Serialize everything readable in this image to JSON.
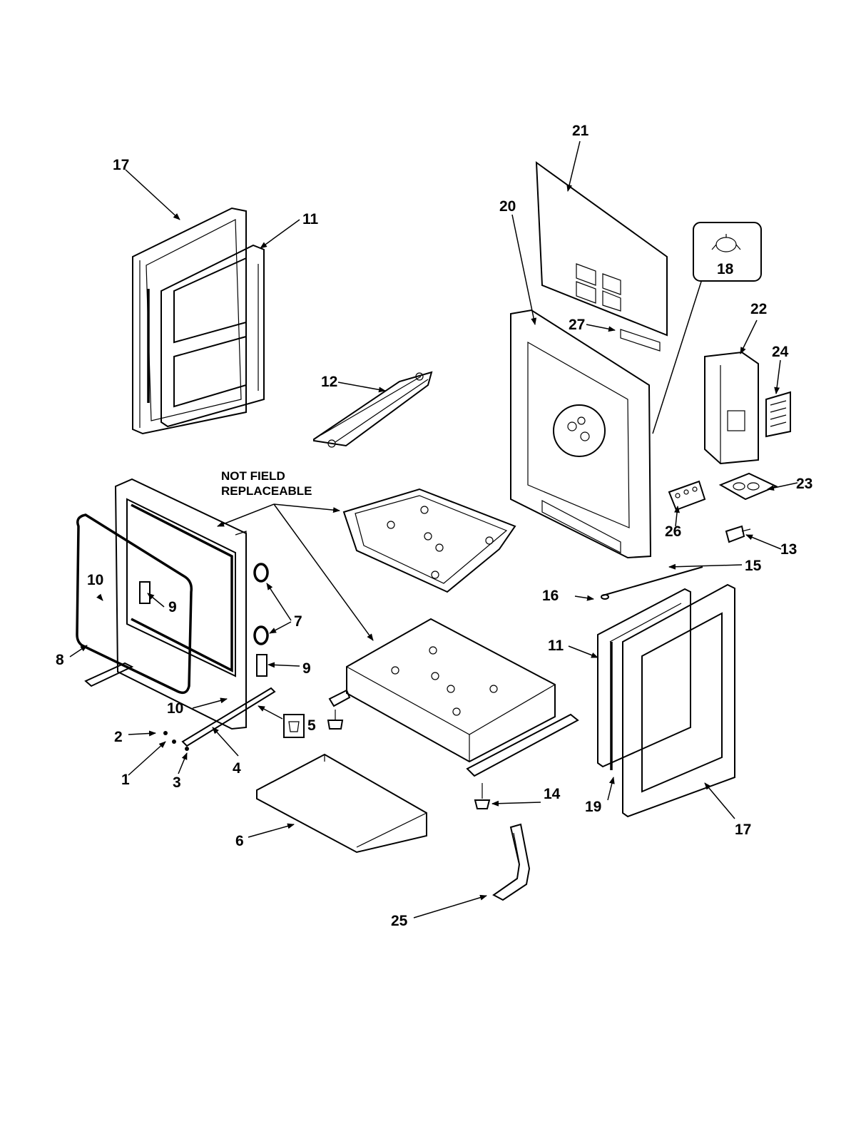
{
  "note": {
    "line1": "NOT FIELD",
    "line2": "REPLACEABLE"
  },
  "callouts": {
    "c1": "1",
    "c2": "2",
    "c3": "3",
    "c4": "4",
    "c5": "5",
    "c6": "6",
    "c7": "7",
    "c8": "8",
    "c9a": "9",
    "c9b": "9",
    "c10a": "10",
    "c10b": "10",
    "c11a": "11",
    "c11b": "11",
    "c12": "12",
    "c13": "13",
    "c14": "14",
    "c15": "15",
    "c16": "16",
    "c17a": "17",
    "c17b": "17",
    "c18": "18",
    "c19": "19",
    "c20": "20",
    "c21": "21",
    "c22": "22",
    "c23": "23",
    "c24": "24",
    "c25": "25",
    "c26": "26",
    "c27": "27"
  }
}
